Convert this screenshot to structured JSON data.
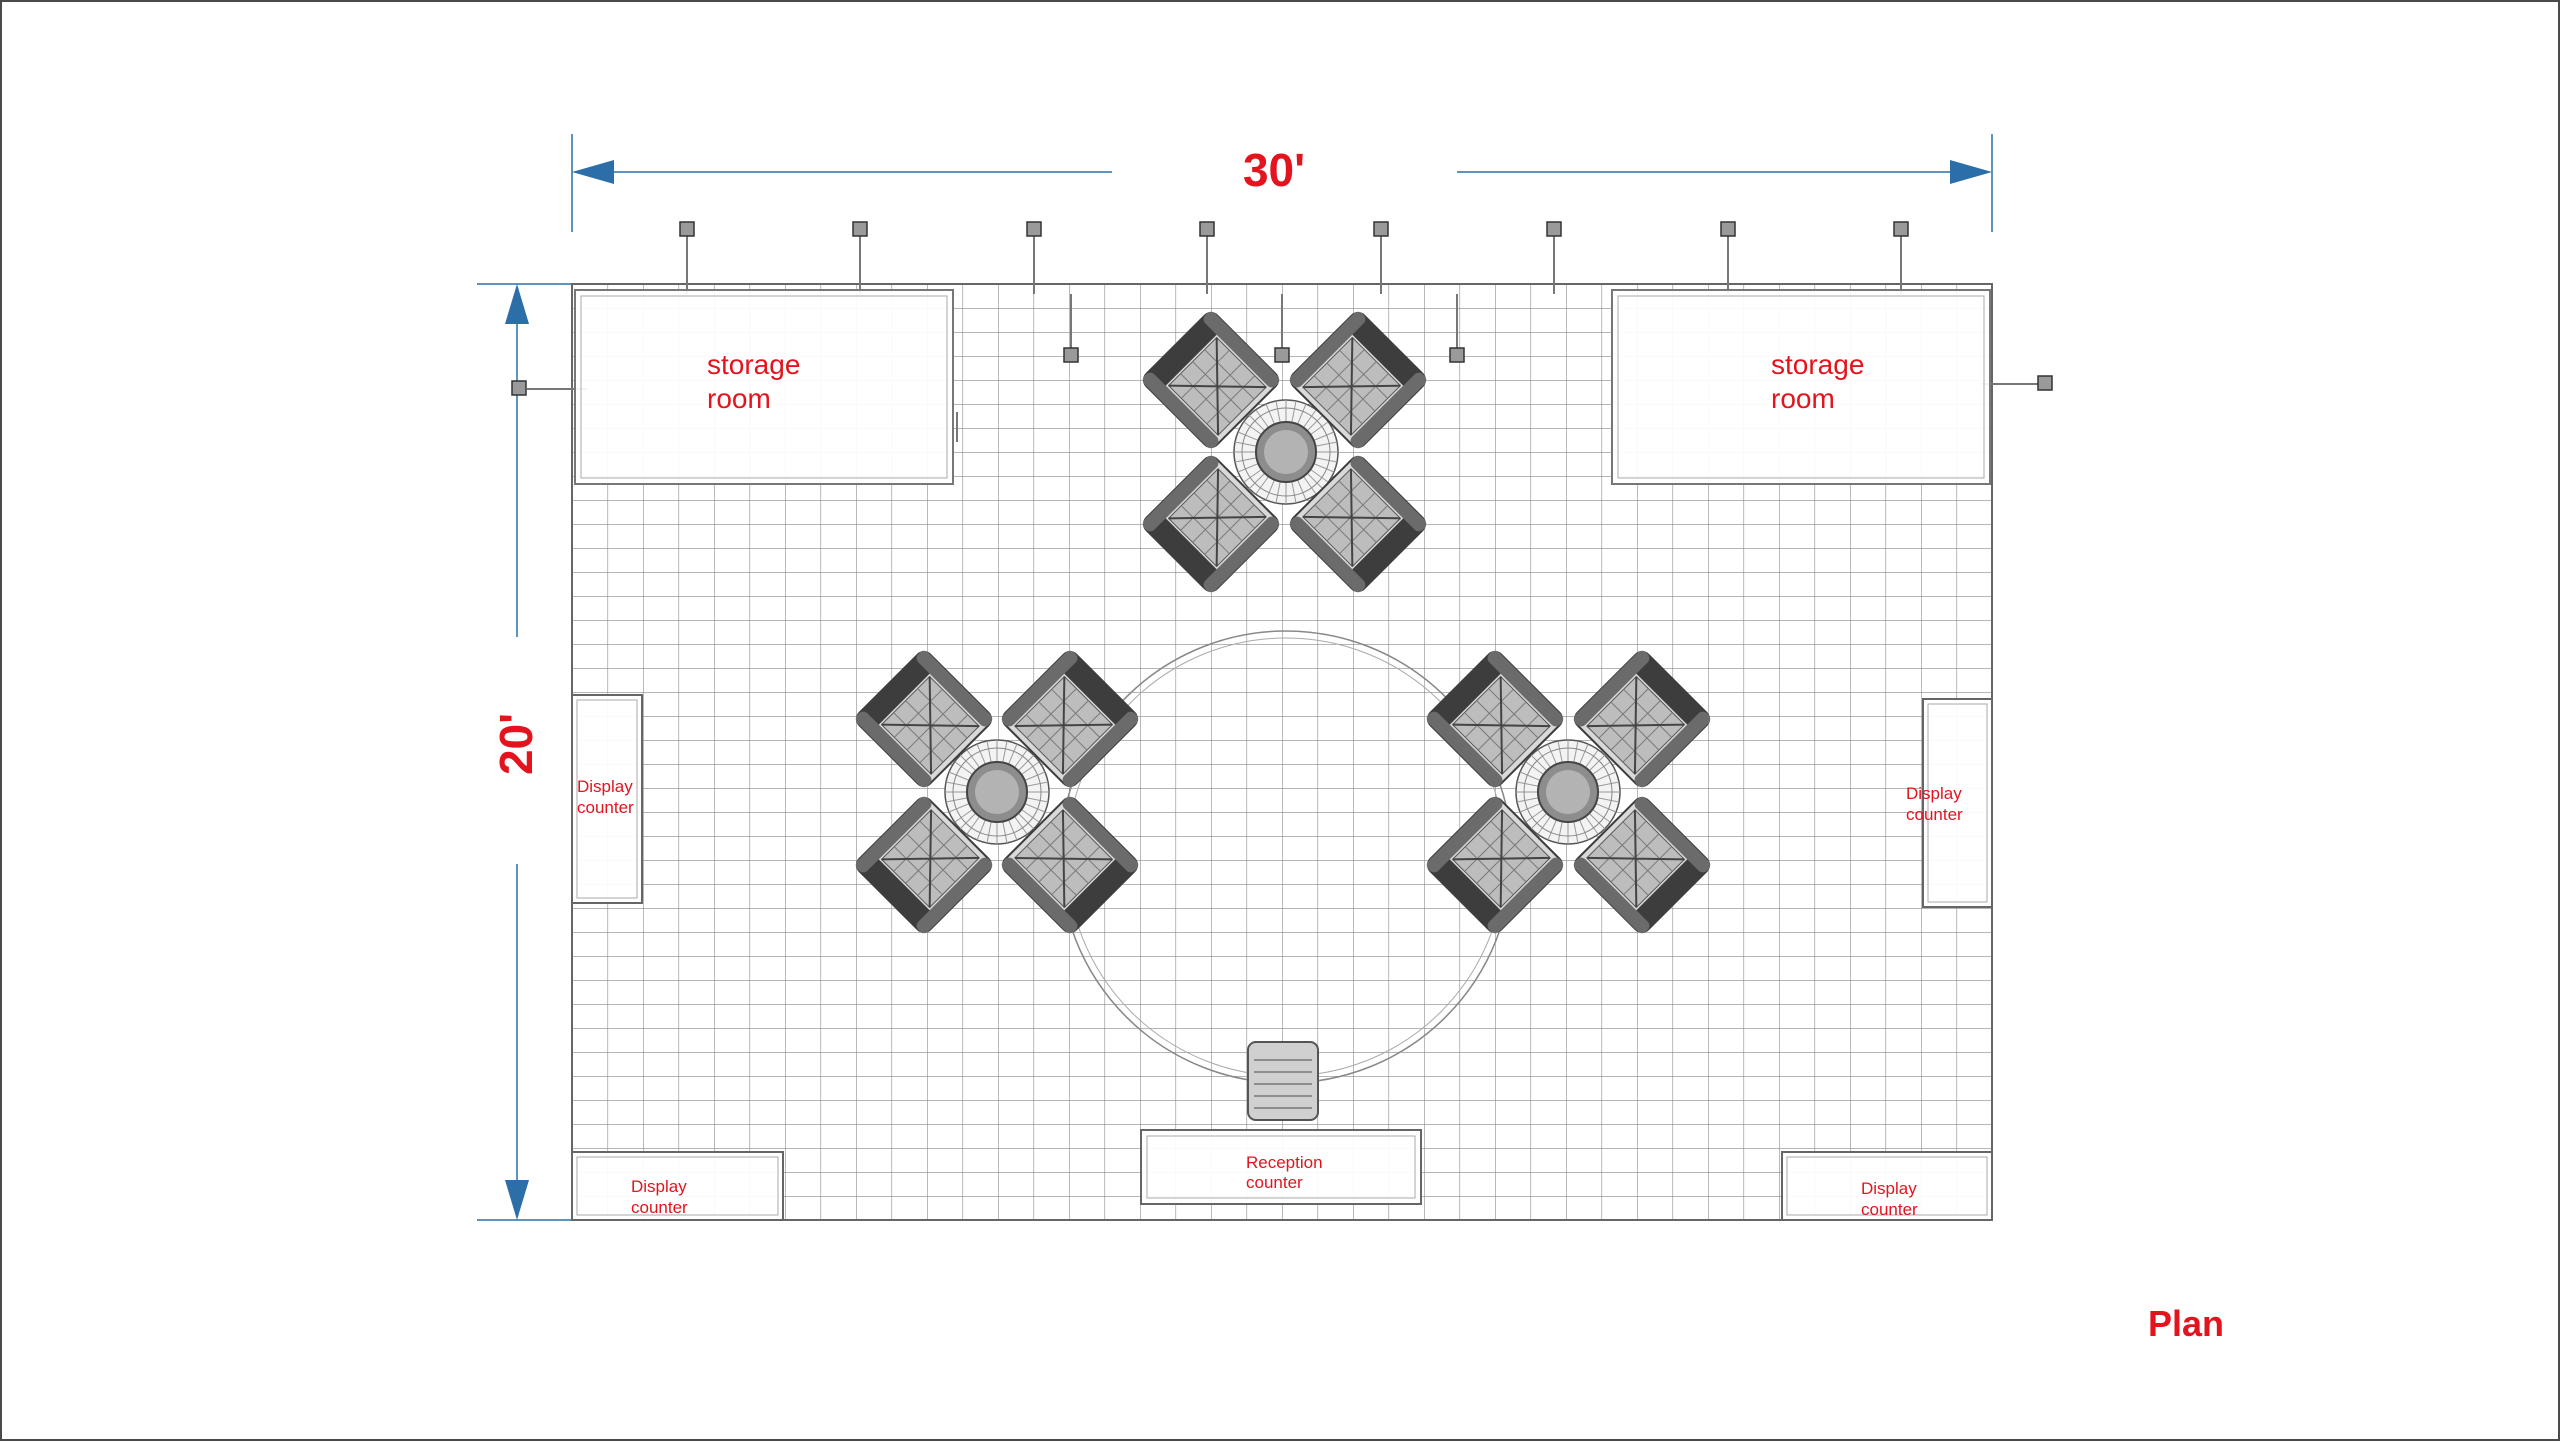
{
  "colors": {
    "accent_red": "#e3141e",
    "dimension_blue": "#2b6ea8",
    "line_gray": "#777777",
    "grid_gray": "#8a8a8a"
  },
  "dimensions": {
    "width_label": "30'",
    "depth_label": "20'"
  },
  "storage_rooms": [
    {
      "line1": "storage",
      "line2": "room"
    },
    {
      "line1": "storage",
      "line2": "room"
    }
  ],
  "display_counters": [
    {
      "line1": "Display",
      "line2": "counter"
    },
    {
      "line1": "Display",
      "line2": "counter"
    },
    {
      "line1": "Display",
      "line2": "counter"
    },
    {
      "line1": "Display",
      "line2": "counter"
    }
  ],
  "reception_counter": {
    "line1": "Reception",
    "line2": "counter"
  },
  "view_title": "Plan",
  "furniture": {
    "table_icon": "round-table-icon",
    "chair_icon": "armchair-icon",
    "spotlight_icon": "spotlight-icon"
  }
}
